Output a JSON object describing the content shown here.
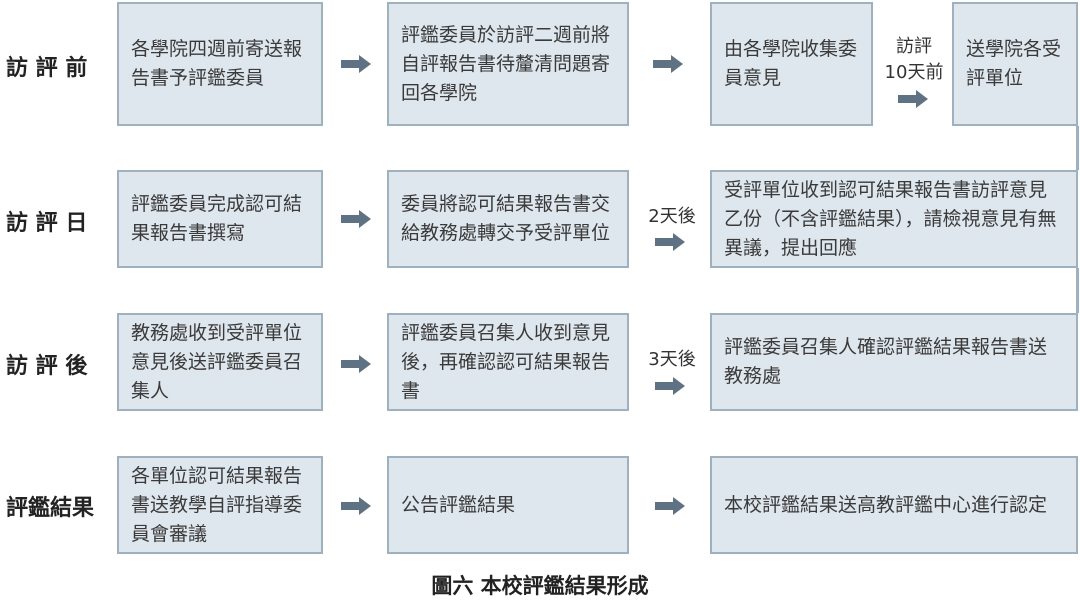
{
  "rows": [
    {
      "label": "訪 評 前"
    },
    {
      "label": "訪 評 日"
    },
    {
      "label": "訪 評 後"
    },
    {
      "label": "評鑑結果"
    }
  ],
  "boxes": {
    "r1b1": "各學院四週前寄送報告書予評鑑委員",
    "r1b2": "評鑑委員於訪評二週前將自評報告書待釐清問題寄回各學院",
    "r1b3": "由各學院收集委員意見",
    "r1b4": "送學院各受評單位",
    "r2b1": "評鑑委員完成認可結果報告書撰寫",
    "r2b2": "委員將認可結果報告書交給教務處轉交予受評單位",
    "r2b3": "受評單位收到認可結果報告書訪評意見乙份（不含評鑑結果），請檢視意見有無異議，提出回應",
    "r3b1": "教務處收到受評單位意見後送評鑑委員召集人",
    "r3b2": "評鑑委員召集人收到意見後，再確認認可結果報告書",
    "r3b3": "評鑑委員召集人確認評鑑結果報告書送教務處",
    "r4b1": "各單位認可結果報告書送教學自評指導委員會審議",
    "r4b2": "公告評鑑結果",
    "r4b3": "本校評鑑結果送高教評鑑中心進行認定"
  },
  "notes": {
    "visit_line1": "訪評",
    "visit_line2": "10天前",
    "two_days": "2天後",
    "three_days": "3天後"
  },
  "caption": "圖六 本校評鑑結果形成",
  "colors": {
    "box_fill": "#dfe7ee",
    "box_border": "#9fb0bf",
    "arrow": "#5f7284"
  }
}
